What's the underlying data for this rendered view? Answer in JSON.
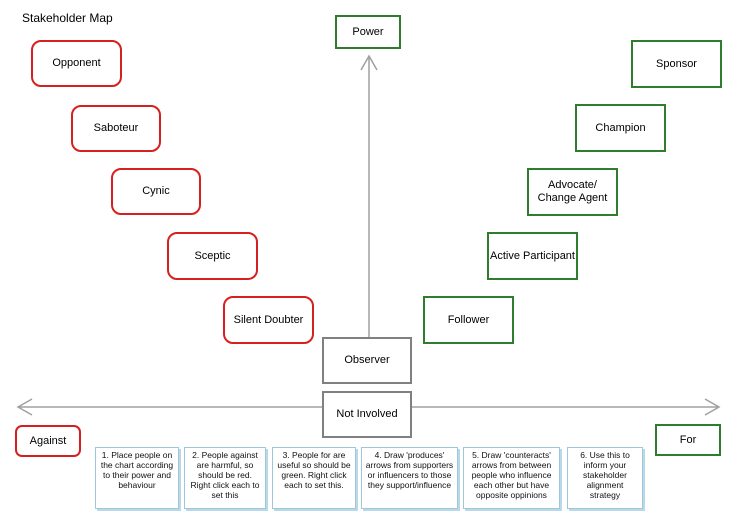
{
  "title": "Stakeholder Map",
  "axes": {
    "vertical_label": "Power",
    "left_label": "Against",
    "right_label": "For",
    "center_label": "Observer",
    "origin_label": "Not Involved"
  },
  "against_roles": [
    "Opponent",
    "Saboteur",
    "Cynic",
    "Sceptic",
    "Silent Doubter"
  ],
  "for_roles": [
    "Sponsor",
    "Champion",
    "Advocate/ Change Agent",
    "Active Participant",
    "Follower"
  ],
  "instructions": [
    "1. Place people on the chart according to their power and behaviour",
    "2. People against are harmful, so should be red. Right click each to set this",
    "3. People for are useful so should be green. Right click each to set this.",
    "4. Draw 'produces' arrows from supporters or influencers  to those they support/influence",
    "5. Draw 'counteracts' arrows from between people who influence each other but have opposite oppinions",
    "6. Use this to inform your stakeholder alignment strategy"
  ],
  "colors": {
    "against": "#d62020",
    "for": "#2e7d2e",
    "neutral": "#808080",
    "axis": "#a0a0a0",
    "note_border": "#9fc6da"
  }
}
